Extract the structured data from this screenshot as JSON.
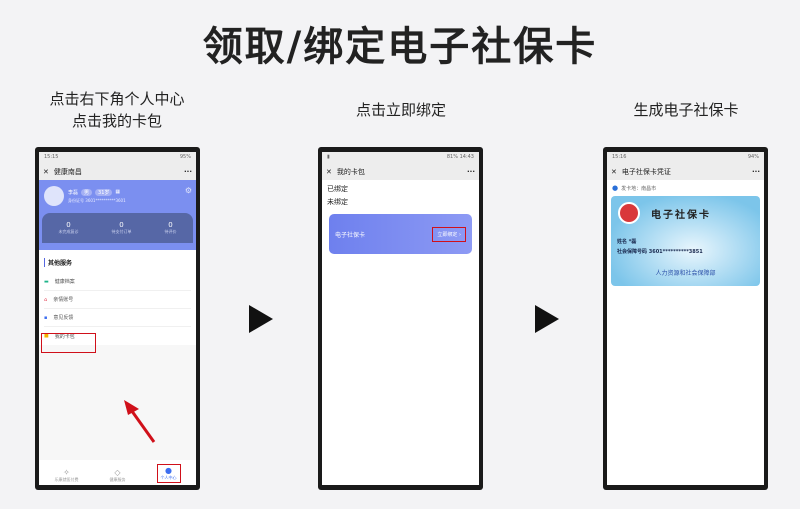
{
  "title": "领取/绑定电子社保卡",
  "steps": [
    {
      "caption_line1": "点击右下角个人中心",
      "caption_line2": "点击我的卡包"
    },
    {
      "caption_line1": "点击立即绑定"
    },
    {
      "caption_line1": "生成电子社保卡"
    }
  ],
  "phone1": {
    "time": "15:15",
    "battery": "95%",
    "nav_title": "健康南昌",
    "user_name": "李磊",
    "tag1": "男",
    "tag2": "31岁",
    "id_text": "身份证号 3601**********3601",
    "stats": [
      {
        "value": "0",
        "label": "未完成复诊"
      },
      {
        "value": "0",
        "label": "待支付订单"
      },
      {
        "value": "0",
        "label": "待评价"
      }
    ],
    "section": "其他服务",
    "menu": [
      "健康档案",
      "亲情账号",
      "意见反馈",
      "我的卡包"
    ],
    "tabs": [
      "乐康就医付费",
      "健康服务",
      "个人中心"
    ]
  },
  "phone2": {
    "time": "14:43",
    "battery": "81%",
    "nav_title": "我的卡包",
    "bound": "已绑定",
    "unbound": "未绑定",
    "card_name": "电子社保卡",
    "bind_button": "立即绑定"
  },
  "phone3": {
    "time": "15:16",
    "battery": "94%",
    "nav_title": "电子社保卡凭证",
    "issue_place": "发卡地：南昌市",
    "card_title": "电子社保卡",
    "name_line": "姓名 *磊",
    "ssn_line": "社会保障号码 3601**********3851",
    "issuer": "人力资源和社会保障部"
  }
}
